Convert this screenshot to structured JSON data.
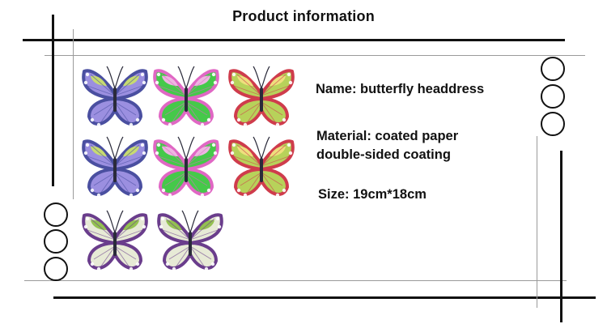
{
  "header": {
    "title": "Product information"
  },
  "info": {
    "name_line": "Name: butterfly headdress",
    "material_line_1": "Material: coated paper",
    "material_line_2": "double-sided coating",
    "size_line": "Size: 19cm*18cm"
  },
  "colors": {
    "blue_green": {
      "outline": "#4a4fa0",
      "wing": "#9b8fe0",
      "accent": "#c9df6a"
    },
    "pink_green": {
      "outline": "#e067c4",
      "wing": "#45c94a",
      "accent": "#f6b5e8"
    },
    "red_lime": {
      "outline": "#cf3c4c",
      "wing": "#b7d25a",
      "accent": "#f0e080"
    },
    "purple_cream": {
      "outline": "#6a3d8c",
      "wing": "#e7ead6",
      "accent": "#8fbf4a"
    }
  },
  "illustrations": [
    {
      "name": "butterfly-blue-green-1",
      "palette": "blue_green"
    },
    {
      "name": "butterfly-pink-green-1",
      "palette": "pink_green"
    },
    {
      "name": "butterfly-red-lime-1",
      "palette": "red_lime"
    },
    {
      "name": "butterfly-blue-green-2",
      "palette": "blue_green"
    },
    {
      "name": "butterfly-pink-green-2",
      "palette": "pink_green"
    },
    {
      "name": "butterfly-red-lime-2",
      "palette": "red_lime"
    },
    {
      "name": "butterfly-purple-cream-1",
      "palette": "purple_cream"
    },
    {
      "name": "butterfly-purple-cream-2",
      "palette": "purple_cream"
    }
  ]
}
